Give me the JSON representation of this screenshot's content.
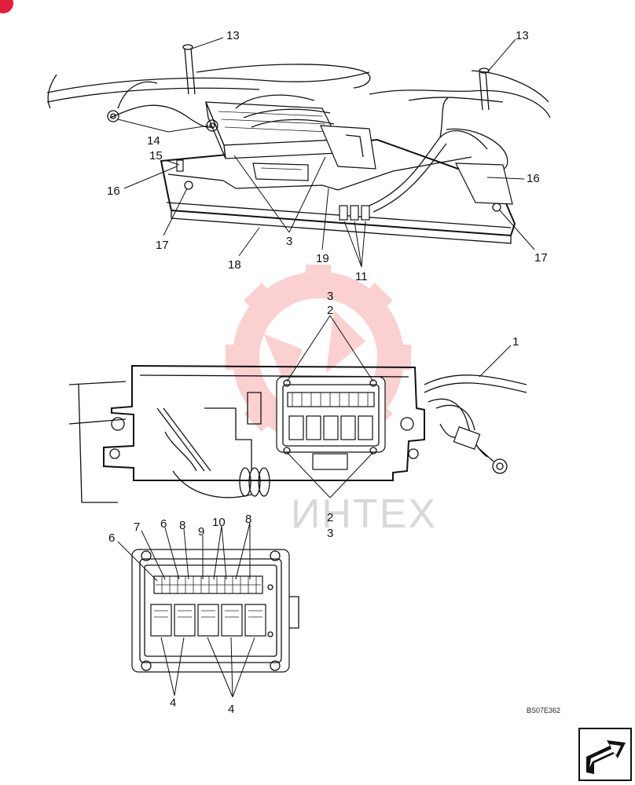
{
  "callouts": {
    "top": [
      "13",
      "13",
      "14",
      "15",
      "16",
      "16",
      "17",
      "17",
      "18",
      "3",
      "19",
      "11"
    ],
    "middle": [
      "3",
      "2",
      "1",
      "2",
      "3"
    ],
    "bottom": [
      "6",
      "7",
      "6",
      "8",
      "9",
      "10",
      "8",
      "4",
      "4"
    ]
  },
  "figure_code": "BS07E362",
  "watermark_text": "ИНТЕХ",
  "colors": {
    "watermark": "#f05a5a",
    "badge": "#e0203a",
    "line": "#111111"
  },
  "icons": {
    "corner_badge": "red-circle-badge-icon",
    "nav": "next-page-arrow-icon"
  }
}
